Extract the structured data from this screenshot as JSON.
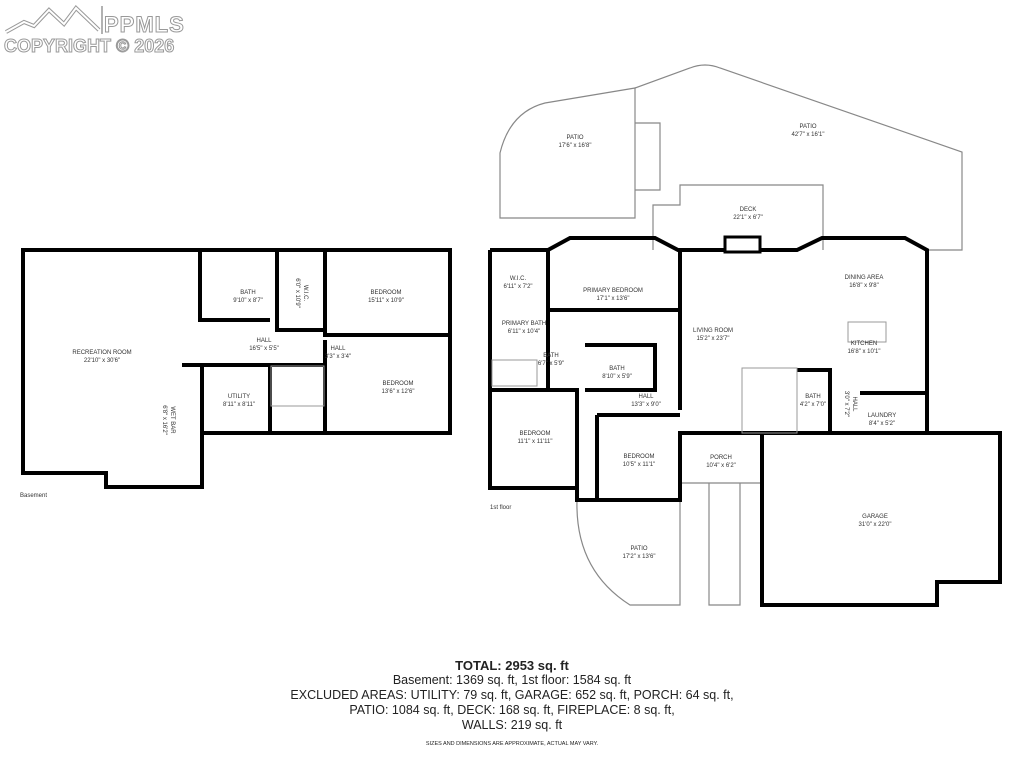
{
  "watermark": {
    "brand": "PPMLS",
    "copyright": "COPYRIGHT © 2026"
  },
  "floors": [
    {
      "name": "Basement",
      "rooms": [
        {
          "name": "RECREATION ROOM",
          "dims": "22'10\" x 30'6\""
        },
        {
          "name": "BATH",
          "dims": "9'10\" x 8'7\""
        },
        {
          "name": "W.I.C.",
          "dims": "6'0\" x 10'9\""
        },
        {
          "name": "BEDROOM",
          "dims": "15'11\" x 10'9\""
        },
        {
          "name": "HALL",
          "dims": "16'5\" x 5'5\""
        },
        {
          "name": "HALL",
          "dims": "3'3\" x 3'4\""
        },
        {
          "name": "UTILITY",
          "dims": "8'11\" x 8'11\""
        },
        {
          "name": "BEDROOM",
          "dims": "13'6\" x 12'6\""
        },
        {
          "name": "WET BAR",
          "dims": "6'8\" x 16'2\""
        }
      ]
    },
    {
      "name": "1st floor",
      "rooms": [
        {
          "name": "PATIO",
          "dims": "17'6\" x 16'8\""
        },
        {
          "name": "PATIO",
          "dims": "42'7\" x 16'1\""
        },
        {
          "name": "DECK",
          "dims": "22'1\" x 6'7\""
        },
        {
          "name": "W.I.C.",
          "dims": "6'11\" x 7'2\""
        },
        {
          "name": "PRIMARY BEDROOM",
          "dims": "17'1\" x 13'6\""
        },
        {
          "name": "PRIMARY BATH",
          "dims": "6'11\" x 10'4\""
        },
        {
          "name": "BATH",
          "dims": "6'7\" x 5'9\""
        },
        {
          "name": "BATH",
          "dims": "8'10\" x 5'9\""
        },
        {
          "name": "LIVING ROOM",
          "dims": "15'2\" x 23'7\""
        },
        {
          "name": "HALL",
          "dims": "13'3\" x 9'0\""
        },
        {
          "name": "DINING AREA",
          "dims": "16'8\" x 9'8\""
        },
        {
          "name": "KITCHEN",
          "dims": "16'8\" x 10'1\""
        },
        {
          "name": "BATH",
          "dims": "4'2\" x 7'0\""
        },
        {
          "name": "HALL",
          "dims": "3'0\" x 7'2\""
        },
        {
          "name": "LAUNDRY",
          "dims": "8'4\" x 5'2\""
        },
        {
          "name": "BEDROOM",
          "dims": "11'1\" x 11'11\""
        },
        {
          "name": "BEDROOM",
          "dims": "10'5\" x 11'1\""
        },
        {
          "name": "PORCH",
          "dims": "10'4\" x 6'2\""
        },
        {
          "name": "GARAGE",
          "dims": "31'0\" x 22'0\""
        },
        {
          "name": "PATIO",
          "dims": "17'2\" x 13'6\""
        }
      ]
    }
  ],
  "summary": {
    "total": "TOTAL: 2953 sq. ft",
    "floors_line": "Basement: 1369 sq. ft, 1st floor: 1584 sq. ft",
    "excluded_line1": "EXCLUDED AREAS: UTILITY: 79 sq. ft, GARAGE: 652 sq. ft, PORCH: 64 sq. ft,",
    "excluded_line2": "PATIO: 1084 sq. ft, DECK: 168 sq. ft, FIREPLACE: 8 sq. ft,",
    "excluded_line3": "WALLS: 219 sq. ft",
    "disclaimer": "SIZES AND DIMENSIONS ARE APPROXIMATE, ACTUAL MAY VARY."
  },
  "colors": {
    "wall": "#000000",
    "outline": "#888888",
    "text": "#333333"
  }
}
